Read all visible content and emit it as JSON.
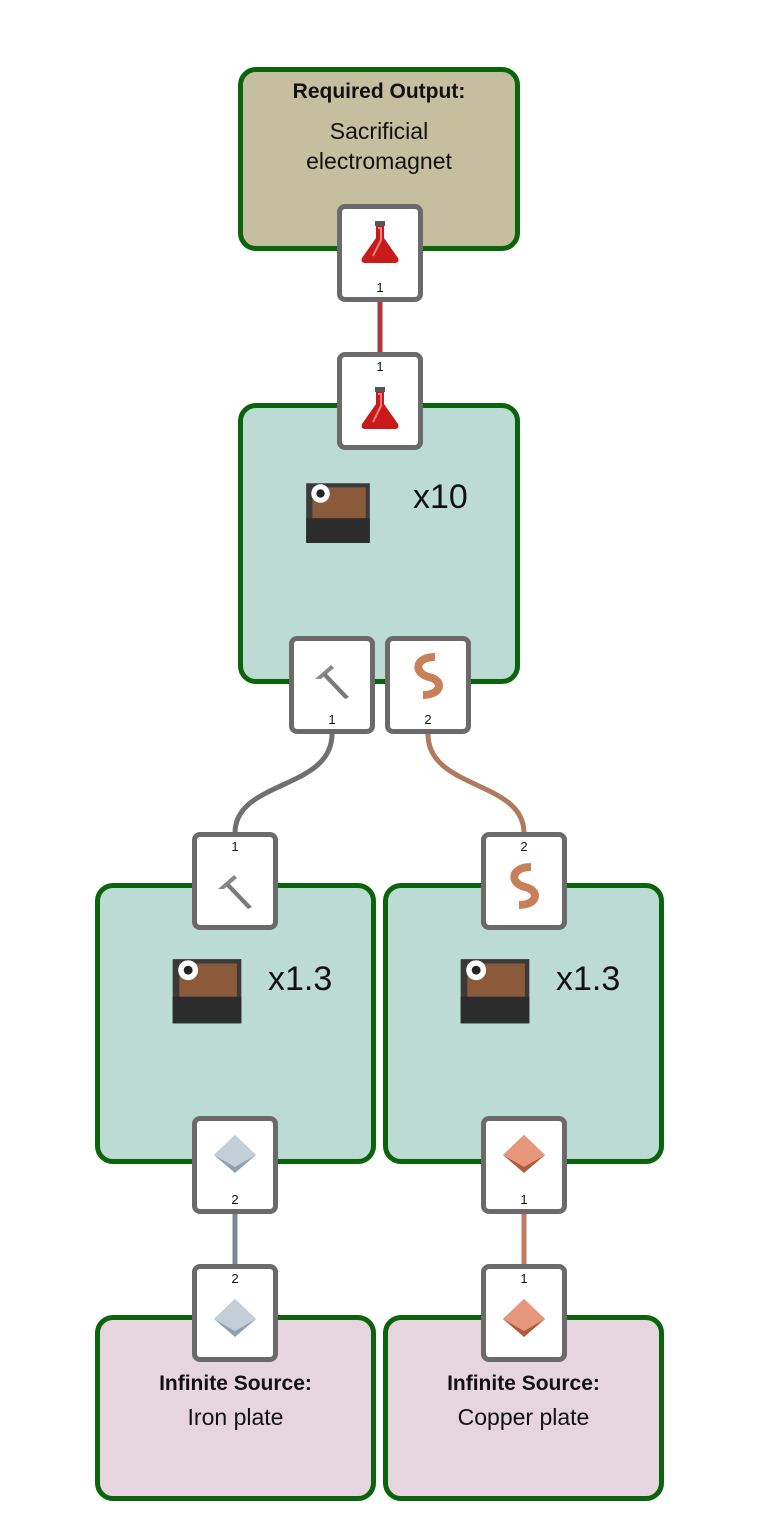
{
  "output": {
    "title": "Required Output:",
    "item": "Sacrificial electromagnet",
    "flask_rate": "1"
  },
  "assembler": {
    "input_rate": "1",
    "multiplier": "x10",
    "gear_rate": "1",
    "cable_rate": "2"
  },
  "gear_machine": {
    "top_rate": "1",
    "multiplier": "x1.3",
    "plate_rate": "2"
  },
  "cable_machine": {
    "top_rate": "2",
    "multiplier": "x1.3",
    "plate_rate": "1"
  },
  "iron_source": {
    "rate": "2",
    "title": "Infinite Source:",
    "item": "Iron plate"
  },
  "copper_source": {
    "rate": "1",
    "title": "Infinite Source:",
    "item": "Copper plate"
  },
  "colors": {
    "node_border": "#0b640b",
    "output_bg": "#c6bf9f",
    "assembler_bg": "#bddbd5",
    "source_bg": "#e6d4de",
    "flask_link": "#b03a3a",
    "gear_link": "#707070",
    "cable_link": "#b07a5e",
    "iron_link": "#7a8a98",
    "copper_link": "#c07a62"
  }
}
